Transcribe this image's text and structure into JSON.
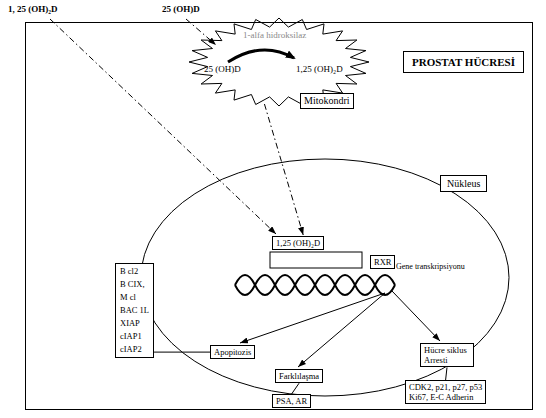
{
  "diagram": {
    "nodes": [
      {
        "text": [
          "PROSTAT HÜCRESİ"
        ]
      },
      {
        "text": [
          "1-alfa hidroksilaz",
          "25 (OH)D",
          "1,25 (OH)₂D"
        ],
        "in": 0
      },
      {
        "text": [
          "Mitokondri"
        ],
        "in": 0
      },
      {
        "text": [
          "Nükleus"
        ],
        "in": 0
      },
      {
        "text": [
          "1,25 (OH)₂D"
        ],
        "in": 3
      },
      {
        "text": [
          "RXR"
        ],
        "in": 3
      },
      {
        "text": [
          "B cl2",
          "B CIX,",
          "M cl",
          "BAC 1L",
          "XIAP",
          "cIAP1",
          "cIAP2"
        ],
        "in": 0
      },
      {
        "text": [
          "Apopitozis"
        ],
        "in": 3
      },
      {
        "text": [
          "Farklılaşma"
        ],
        "in": 3
      },
      {
        "text": [
          "PSA, AR"
        ],
        "in": 0
      },
      {
        "text": [
          "Hücre siklus Arresti"
        ],
        "in": 3
      },
      {
        "text": [
          "CDK2, p21, p27, p53",
          "Ki67, E-C Adherin"
        ],
        "in": 0
      }
    ],
    "edges": [
      {
        "from": 1,
        "to": 4,
        "arrow": "to"
      },
      {
        "from": 6,
        "to": 7,
        "arrow": "none"
      },
      {
        "from": 8,
        "to": 9,
        "arrow": "none"
      },
      {
        "from": 10,
        "to": 11,
        "arrow": "none"
      }
    ],
    "labels": [
      "1, 25 (OH)₂D",
      "25 (OH)D",
      "Gene transkripsiyonu"
    ]
  }
}
